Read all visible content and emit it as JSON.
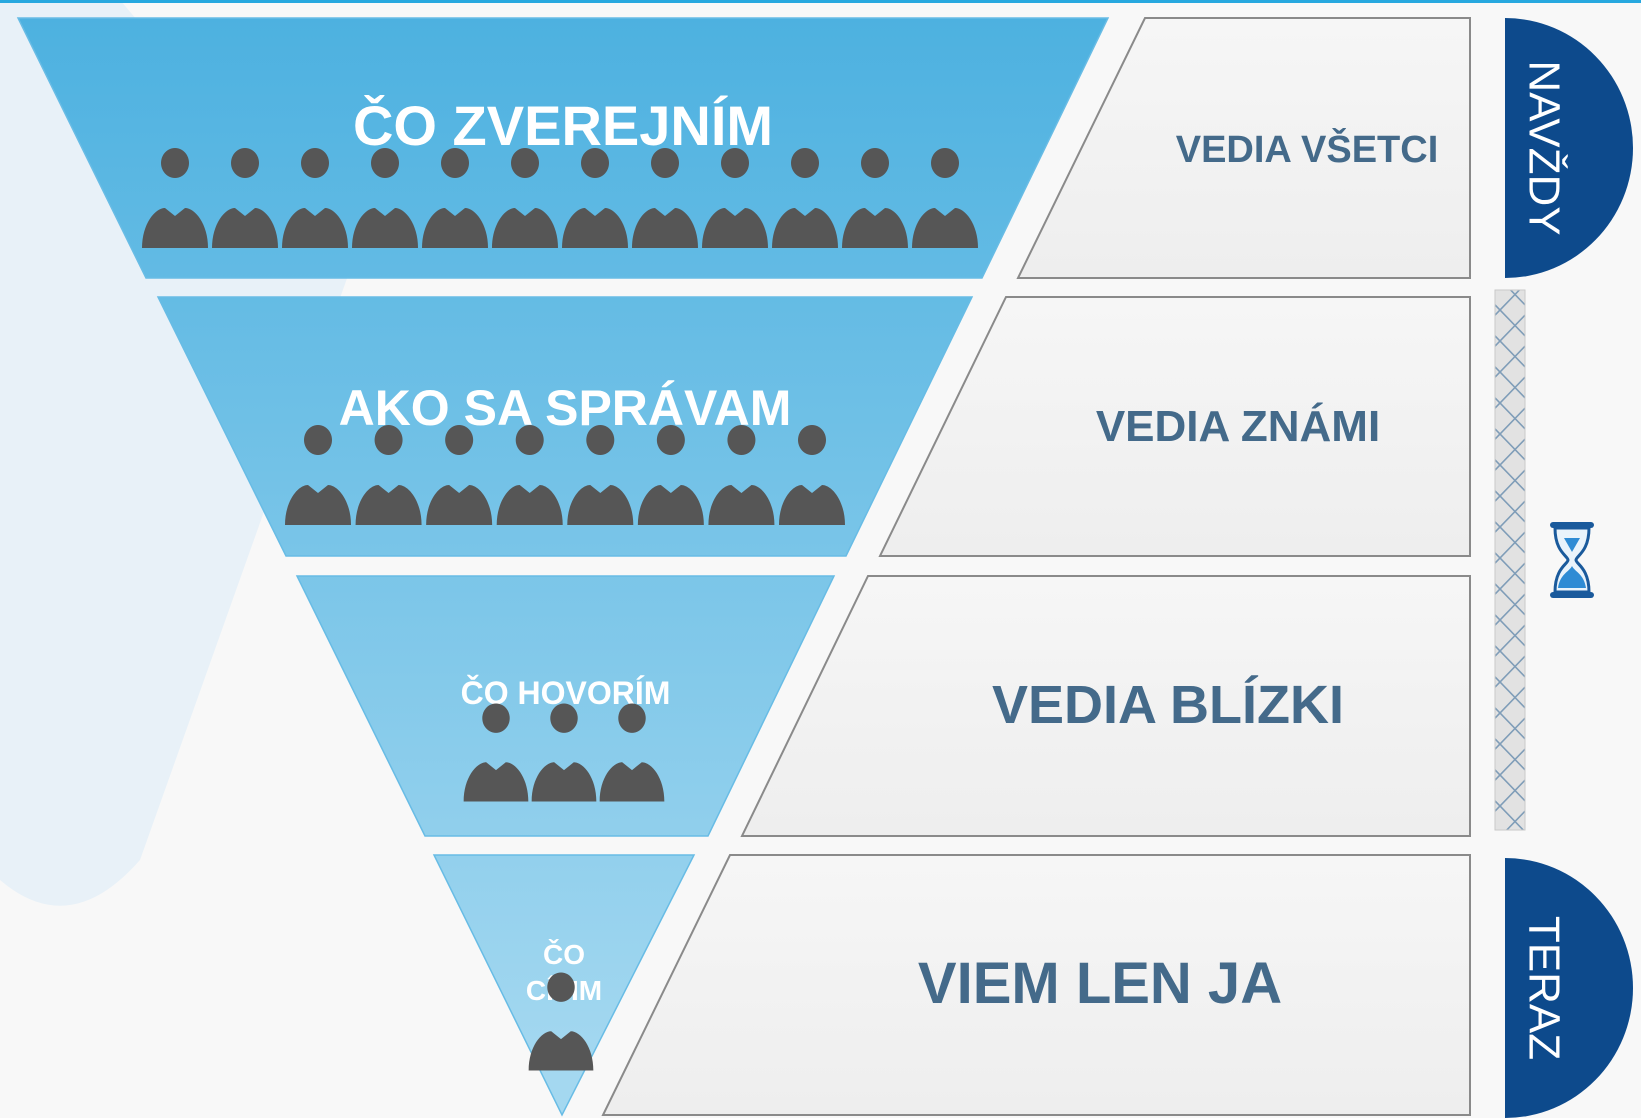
{
  "colors": {
    "funnel_top": "#4db1e0",
    "funnel_bottom": "#a4d8f0",
    "person": "#565656",
    "box_fill": "#f1f1f1",
    "box_stroke": "#8a8a8a",
    "awareness_text": "#446a8a",
    "time_cap": "#0d4a8c",
    "top_rule": "#27a8df"
  },
  "funnel": [
    {
      "lines": [
        "ČO ZVEREJNÍM"
      ],
      "people": 12
    },
    {
      "lines": [
        "AKO SA SPRÁVAM"
      ],
      "people": 8
    },
    {
      "lines": [
        "ČO HOVORÍM"
      ],
      "people": 3
    },
    {
      "lines": [
        "ČO",
        "CÍTIM"
      ],
      "people": 1
    }
  ],
  "awareness": [
    "VEDIA VŠETCI",
    "VEDIA ZNÁMI",
    "VEDIA BLÍZKI",
    "VIEM LEN JA"
  ],
  "timeline": {
    "top_label": "NAVŽDY",
    "bottom_label": "TERAZ",
    "middle_icon": "hourglass-icon"
  }
}
